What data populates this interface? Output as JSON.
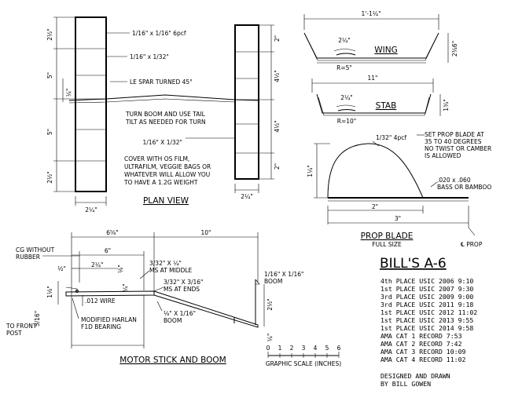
{
  "plan_view": {
    "title": "PLAN VIEW",
    "dims_left": [
      "2½\"",
      "5\"",
      "5\"",
      "2½\""
    ],
    "dim_small": "¼\"",
    "width_left": "2¼\"",
    "dims_right": [
      "2\"",
      "4½\"",
      "4½\"",
      "2\""
    ],
    "width_right": "2¼\"",
    "note_balsa": "1/16\" x 1/16\" 6pcf",
    "note_spar": "1/16\" x 1/32\"",
    "note_le": "LE SPAR TURNED 45°",
    "note_boom": "TURN BOOM AND USE TAIL\nTILT AS NEEDED FOR TURN",
    "note_spar2": "1/16\" X 1/32\"",
    "note_cover": "COVER WITH OS FILM,\nULTRAFILM, VEGGIE BAGS OR\nWHATEVER WILL ALLOW YOU\nTO HAVE A 1.2G WEIGHT"
  },
  "wing": {
    "title": "WING",
    "span": "1'-1¼\"",
    "rib_dim": "2¼\"",
    "radius": "R=5\"",
    "height": "2¾6\""
  },
  "stab": {
    "title": "STAB",
    "span": "11\"",
    "rib_dim": "2¼\"",
    "radius": "R=10\"",
    "height": "1¾\""
  },
  "prop": {
    "title": "PROP BLADE",
    "subtitle": "FULL SIZE",
    "note_balsa": "1/32\" 4pcf",
    "note_set": "SET PROP BLADE AT\n35 TO 40 DEGREES\nNO TWIST OR CAMBER\nIS ALLOWED",
    "note_spar": ".020 x .060\nBASS OR BAMBOO",
    "height": "1¼\"",
    "dim_2": "2\"",
    "dim_3": "3\"",
    "centerline": "℄ PROP"
  },
  "motor": {
    "title": "MOTOR STICK AND BOOM",
    "cg": "CG WITHOUT\nRUBBER",
    "dim_total": "6⅝\"",
    "dim_boom": "10\"",
    "dim_6": "6\"",
    "dim_half": "½\"",
    "dim_24": "2¼\"",
    "dim_18": "⅛\"",
    "dim_18b": "1⅛\"",
    "dim_516": "5/16\"",
    "dim_14": "¼\"",
    "dim_212": "2½\"",
    "dim_14b": "¼\"",
    "note_ms_mid": "3/32\" X ¼\"\nMS AT MIDDLE",
    "note_ms_end": "3/32\" X 3/16\"\nMS AT ENDS",
    "note_boom": "1/16\" X 1/16\"\nBOOM",
    "note_boom2": "⅛\" X 1/16\"\nBOOM",
    "note_wire": ".012 WIRE",
    "note_front": "TO FRONT\nPOST",
    "note_bearing": "MODIFIED HARLAN\nF1D BEARING"
  },
  "scale": {
    "label": "GRAPHIC SCALE (INCHES)",
    "ticks": [
      "0",
      "1",
      "2",
      "3",
      "4",
      "5",
      "6"
    ]
  },
  "bill": {
    "title": "BILL'S A-6",
    "records": [
      "4th PLACE USIC 2006 9:10",
      "1st PLACE USIC 2007 9:30",
      "3rd PLACE USIC 2009 9:00",
      "3rd PLACE USIC 2011 9:18",
      "1st PLACE USIC 2012 11:02",
      "1st PLACE USIC 2013 9:55",
      "1st PLACE USIC 2014 9:58",
      "AMA CAT 1 RECORD  7:53",
      "AMA CAT 2 RECORD  7:42",
      "AMA CAT 3 RECORD 10:09",
      "AMA CAT 4 RECORD 11:02"
    ],
    "designed": "DESIGNED AND DRAWN\nBY BILL GOWEN"
  }
}
